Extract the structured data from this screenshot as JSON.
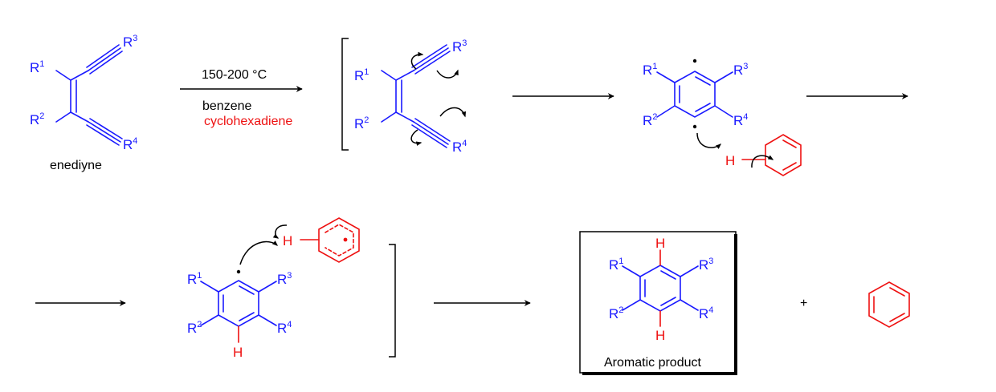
{
  "colors": {
    "skeleton": "#1a1aff",
    "hydrogen_donor": "#ee1111",
    "arrows": "#000000"
  },
  "labels": {
    "r1": "R",
    "r2": "R",
    "r3": "R",
    "r4": "R",
    "sup1": "1",
    "sup2": "2",
    "sup3": "3",
    "sup4": "4",
    "h": "H"
  },
  "captions": {
    "enediyne": "enediyne",
    "temperature": "150-200 °C",
    "solvent": "benzene",
    "h_donor": "cyclohexadiene",
    "product": "Aromatic product",
    "plus": "+"
  }
}
